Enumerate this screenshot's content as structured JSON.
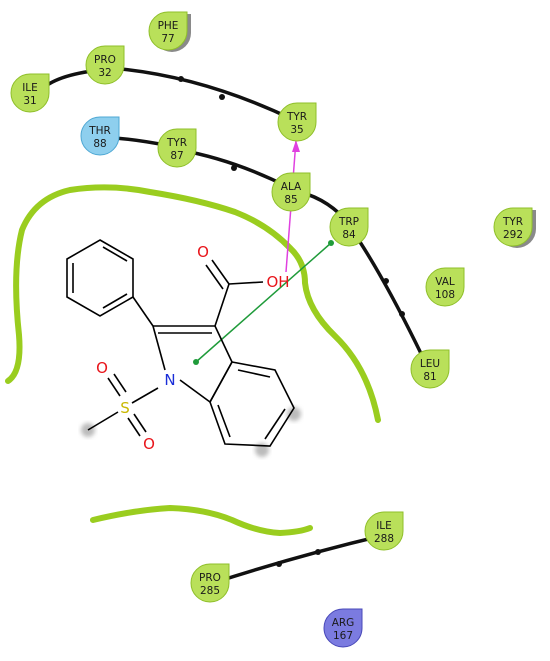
{
  "colors": {
    "hydrophobic": "#b9e05a",
    "hydrophobic_edge": "#8fbf2a",
    "polar": "#8ecfee",
    "polar_edge": "#4fa8d4",
    "positive": "#7b7be0",
    "positive_edge": "#4848b8",
    "pocket_line": "#9acd1f",
    "backbone": "#111111",
    "hbond": "#e040e0",
    "pi_pi": "#1f9b3a",
    "oxygen": "#e8141a",
    "nitrogen": "#1a2ed8",
    "sulfur": "#c9b800"
  },
  "residues": [
    {
      "id": "phe77",
      "name": "PHE",
      "num": "77",
      "kind": "hydrophobic"
    },
    {
      "id": "pro32",
      "name": "PRO",
      "num": "32",
      "kind": "hydrophobic"
    },
    {
      "id": "ile31",
      "name": "ILE",
      "num": "31",
      "kind": "hydrophobic"
    },
    {
      "id": "thr88",
      "name": "THR",
      "num": "88",
      "kind": "polar"
    },
    {
      "id": "tyr87",
      "name": "TYR",
      "num": "87",
      "kind": "hydrophobic"
    },
    {
      "id": "tyr35",
      "name": "TYR",
      "num": "35",
      "kind": "hydrophobic"
    },
    {
      "id": "ala85",
      "name": "ALA",
      "num": "85",
      "kind": "hydrophobic"
    },
    {
      "id": "trp84",
      "name": "TRP",
      "num": "84",
      "kind": "hydrophobic"
    },
    {
      "id": "tyr292",
      "name": "TYR",
      "num": "292",
      "kind": "hydrophobic"
    },
    {
      "id": "val108",
      "name": "VAL",
      "num": "108",
      "kind": "hydrophobic"
    },
    {
      "id": "leu81",
      "name": "LEU",
      "num": "81",
      "kind": "hydrophobic"
    },
    {
      "id": "ile288",
      "name": "ILE",
      "num": "288",
      "kind": "hydrophobic"
    },
    {
      "id": "pro285",
      "name": "PRO",
      "num": "285",
      "kind": "hydrophobic"
    },
    {
      "id": "arg167",
      "name": "ARG",
      "num": "167",
      "kind": "positive"
    }
  ],
  "atoms": {
    "o_carbonyl": "O",
    "oh": "OH",
    "n_ring": "N",
    "s": "S",
    "o_sulfonyl_1": "O",
    "o_sulfonyl_2": "O"
  }
}
